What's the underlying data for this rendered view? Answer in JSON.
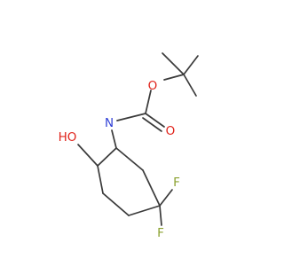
{
  "atoms": {
    "oxygen_ester": {
      "symbol": "O",
      "color": "#e0231b"
    },
    "oxygen_carbonyl": {
      "symbol": "O",
      "color": "#e0231b"
    },
    "nitrogen_amine": {
      "symbol": "N",
      "color": "#2f3fd6"
    },
    "hydroxyl": {
      "symbol": "HO",
      "color": "#e0231b"
    },
    "fluorine_upper": {
      "symbol": "F",
      "color": "#8aa12f"
    },
    "fluorine_lower": {
      "symbol": "F",
      "color": "#8aa12f"
    }
  },
  "colors": {
    "bond": "#3a3a3a",
    "background": "#ffffff"
  }
}
